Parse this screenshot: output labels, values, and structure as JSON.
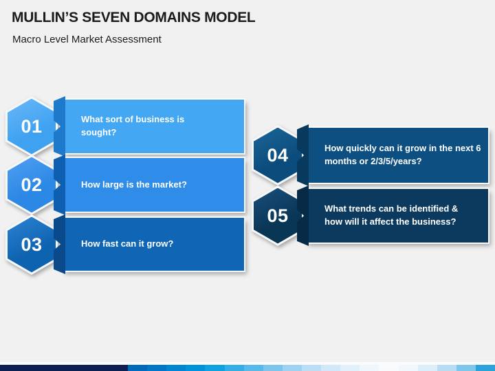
{
  "slide": {
    "title": "MULLIN’S SEVEN DOMAINS MODEL",
    "subtitle": "Macro Level Market Assessment",
    "background": "#F1F1F2"
  },
  "items": [
    {
      "number": "01",
      "text": "What sort of business is sought?",
      "colors": {
        "hex_top": "#66B5F7",
        "hex_main": "#3FA2F1",
        "bracket": "#1E79CB",
        "panel": "#43A7F4"
      }
    },
    {
      "number": "02",
      "text": "How large is the market?",
      "colors": {
        "hex_top": "#4D9DF0",
        "hex_main": "#2B88E5",
        "bracket": "#0F5FB0",
        "panel": "#2F8CE9"
      }
    },
    {
      "number": "03",
      "text": "How fast can it grow?",
      "colors": {
        "hex_top": "#2B7FD0",
        "hex_main": "#0E63B1",
        "bracket": "#0A4A8A",
        "panel": "#1066B4"
      }
    },
    {
      "number": "04",
      "text": "How quickly can it grow in the next 6 months or 2/3/5/years?",
      "colors": {
        "hex_top": "#1A6396",
        "hex_main": "#0C4C7C",
        "bracket": "#083A5E",
        "panel": "#0D4F80"
      }
    },
    {
      "number": "05",
      "text": "What trends can be identified & how will it affect the business?",
      "colors": {
        "hex_top": "#174C79",
        "hex_main": "#0A3656",
        "bracket": "#072B46",
        "panel": "#0C3A5F"
      }
    }
  ],
  "footer_bar": {
    "left_segment": {
      "color": "#0E2053",
      "width": 186
    },
    "segments": [
      "#0069B9",
      "#0077C5",
      "#0085D0",
      "#0093DA",
      "#0FA1E2",
      "#33AEE7",
      "#58BAEB",
      "#7CC6EE",
      "#9DD2F2",
      "#B9DEF5",
      "#D0E8F8",
      "#E2F0FA",
      "#EFF6FC",
      "#F8FBFE",
      "#F1F8FD",
      "#DCEEFA",
      "#B6DDF4",
      "#7FC6EC",
      "#2BA2DC"
    ]
  }
}
